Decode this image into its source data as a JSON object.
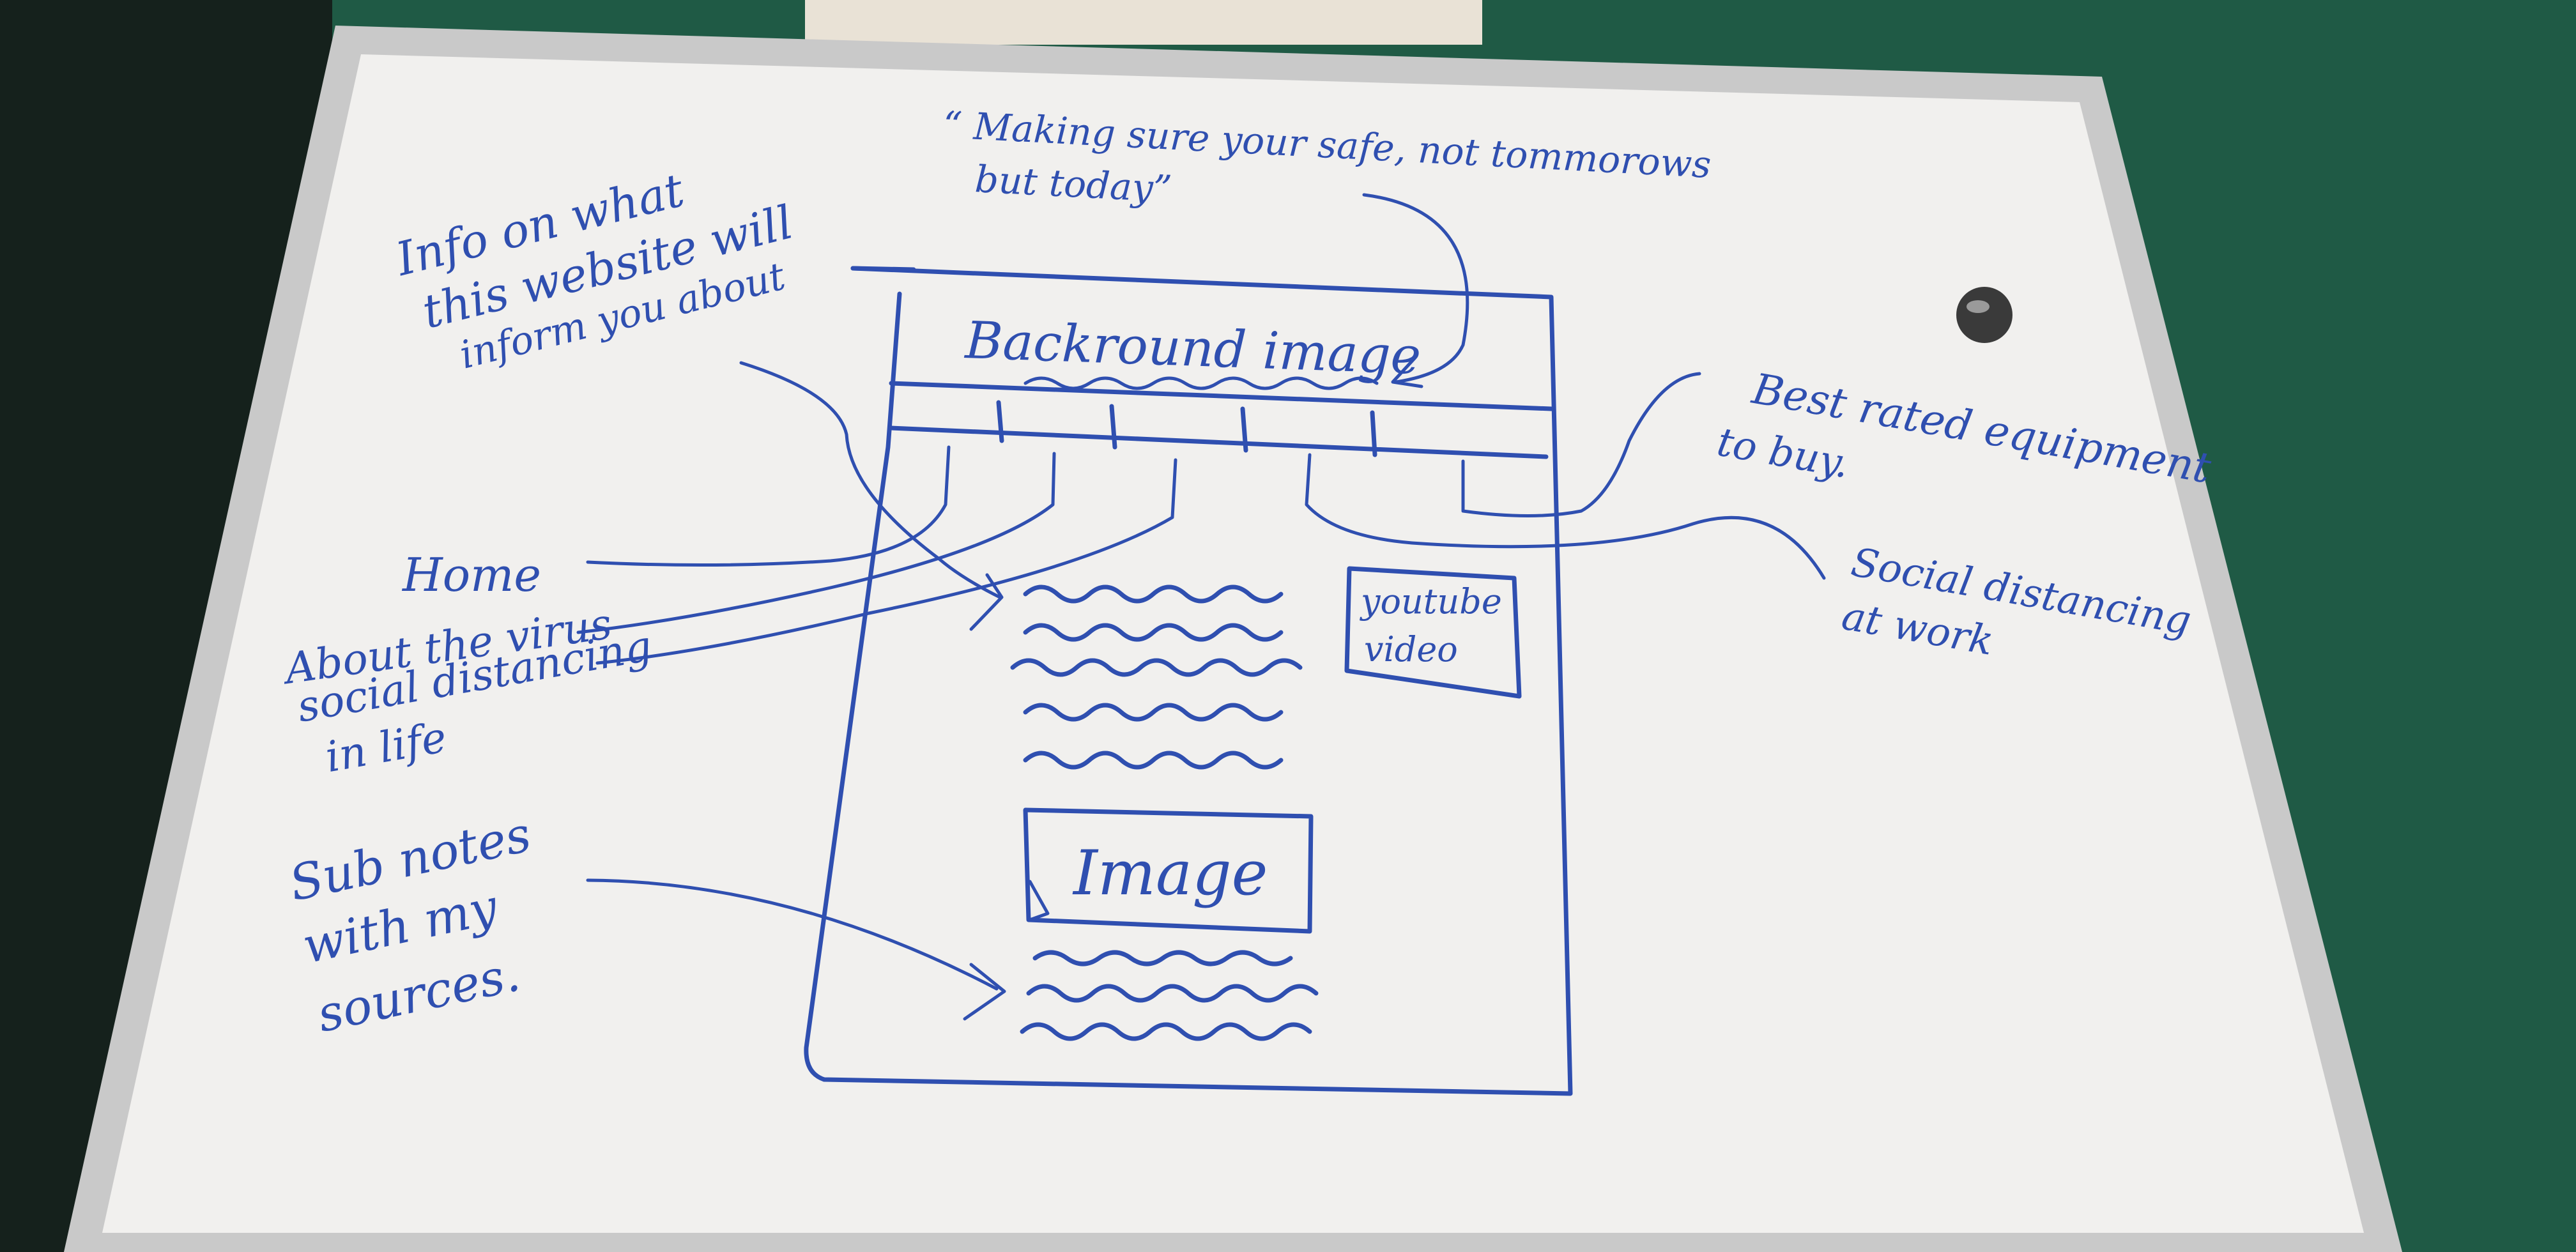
{
  "diagram": {
    "tagline": {
      "line1": "“ Making sure your safe, not tommorows",
      "line2": "but today”"
    },
    "header_label": "Backround image",
    "annotations": {
      "info": [
        "Info on what",
        "this website will",
        "inform you about"
      ],
      "home": "Home",
      "about_virus": "About the virus",
      "social_life": [
        "social distancing",
        "in life"
      ],
      "subnotes": [
        "Sub notes",
        "with my",
        "sources."
      ],
      "equipment": [
        "Best rated equipment",
        "to buy."
      ],
      "social_work": [
        "Social distancing",
        "at work"
      ]
    },
    "youtube_label": [
      "youtube",
      "video"
    ],
    "image_label": "Image"
  },
  "colors": {
    "ink": "#2f4fb0",
    "board": "#f1f0ee",
    "frame": "#c9c9c9",
    "carpet": "#1f5a45"
  }
}
